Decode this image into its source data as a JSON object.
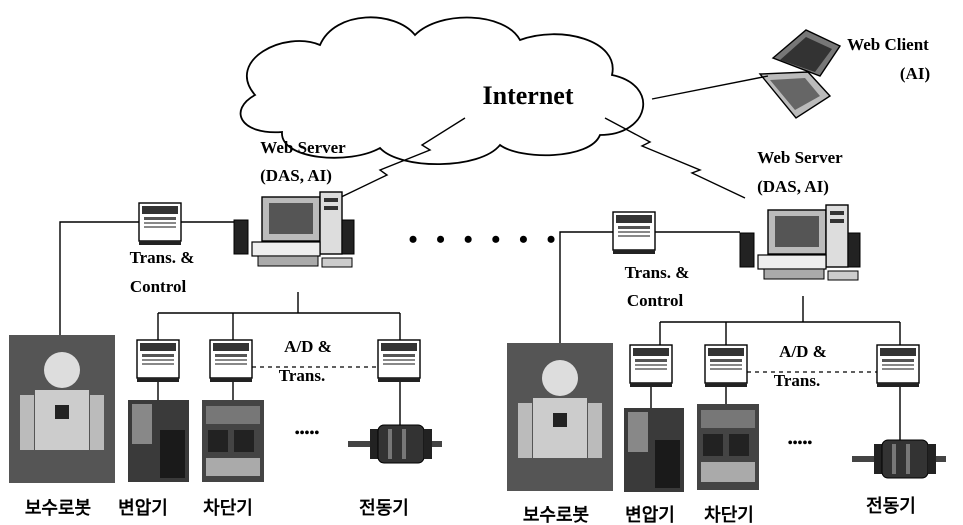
{
  "cloud": {
    "label": "Internet"
  },
  "client": {
    "line1": "Web Client",
    "line2": "(AI)"
  },
  "left": {
    "server_line1": "Web Server",
    "server_line2": "(DAS, AI)",
    "trans_line1": "Trans. &",
    "trans_line2": "Control",
    "ad_line1": "A/D &",
    "ad_line2": "Trans.",
    "dots": "•••••",
    "dev1": "보수로봇",
    "dev2": "변압기",
    "dev3": "차단기",
    "dev4": "전동기"
  },
  "middle_dots": "• • • • • •",
  "right": {
    "server_line1": "Web Server",
    "server_line2": "(DAS, AI)",
    "trans_line1": "Trans. &",
    "trans_line2": "Control",
    "ad_line1": "A/D &",
    "ad_line2": "Trans.",
    "dots": "•••••",
    "dev1": "보수로봇",
    "dev2": "변압기",
    "dev3": "차단기",
    "dev4": "전동기"
  }
}
